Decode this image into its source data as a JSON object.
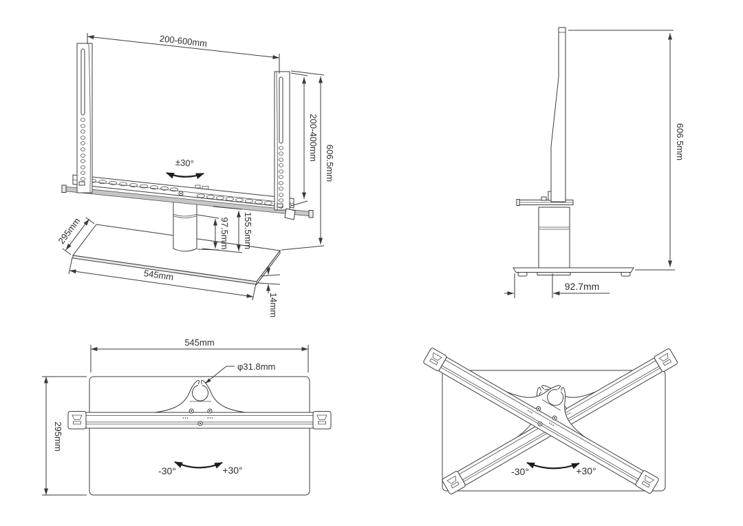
{
  "drawing": {
    "front_view": {
      "mount_width_range": "200-600mm",
      "vesa_height_range": "200-400mm",
      "total_height": "606.5mm",
      "swivel_range": "±30°",
      "column_upper_height": "97.5mm",
      "column_height": "155.5mm",
      "base_depth": "295mm",
      "base_width": "545mm",
      "base_thickness": "14mm"
    },
    "side_view": {
      "total_height": "606.5mm",
      "column_offset": "92.7mm"
    },
    "top_view": {
      "base_width": "545mm",
      "base_depth": "295mm",
      "pole_diameter": "φ31.8mm",
      "swivel_left": "-30°",
      "swivel_right": "+30°"
    },
    "swivel_view": {
      "swivel_left": "-30°",
      "swivel_right": "+30°"
    }
  }
}
